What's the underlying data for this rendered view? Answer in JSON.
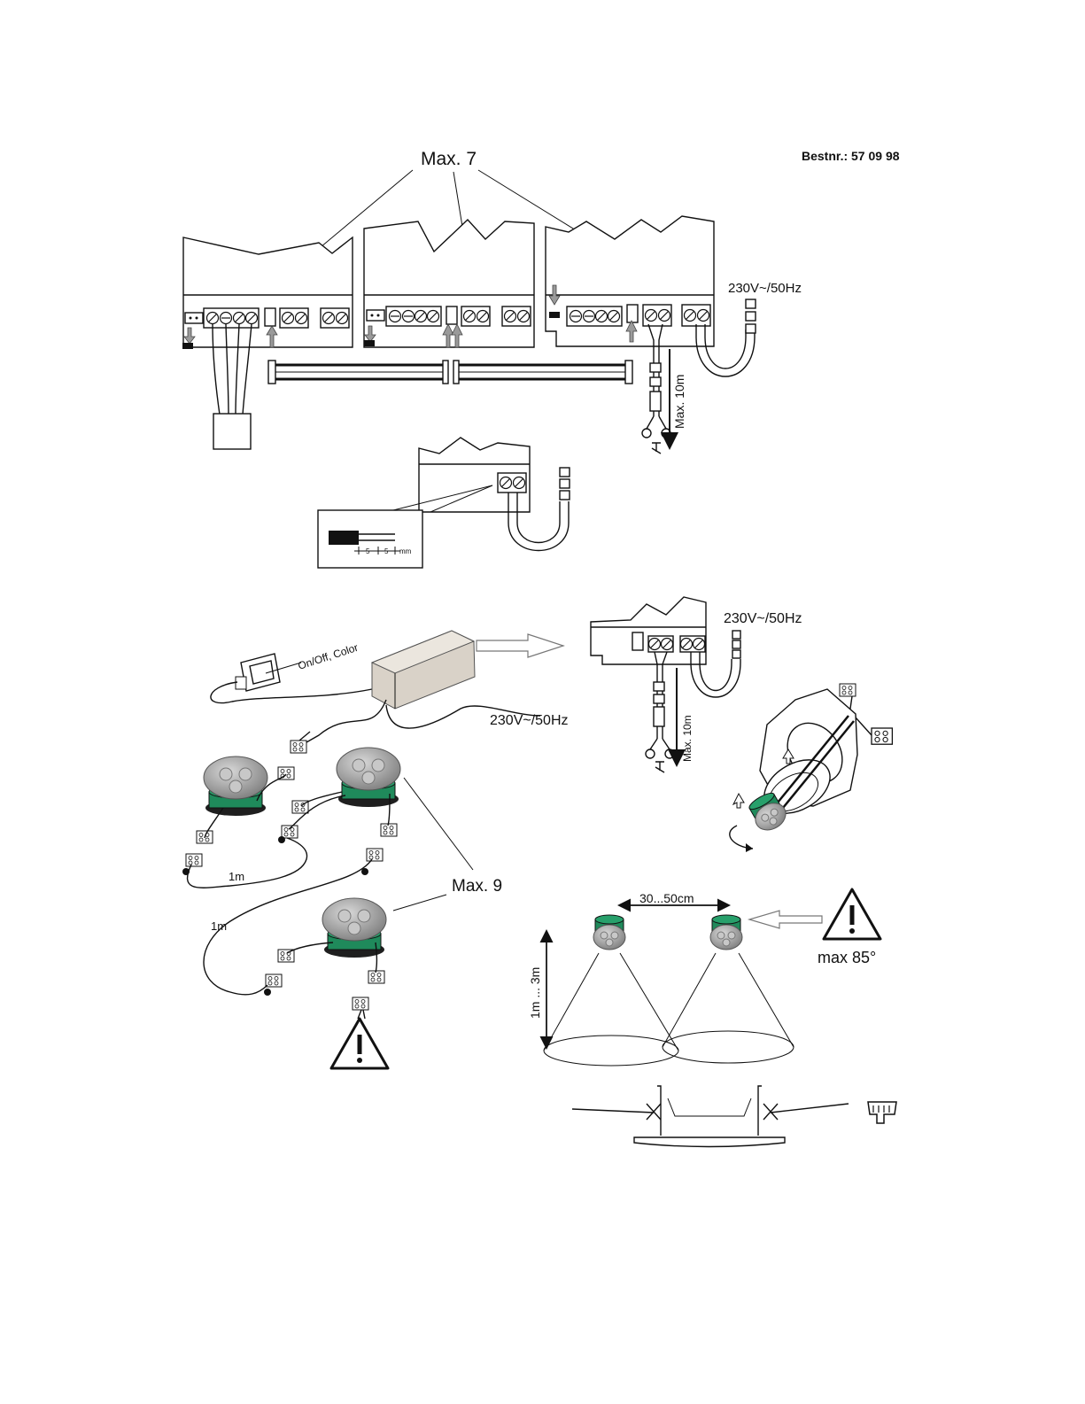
{
  "header": {
    "order_number": "Bestnr.: 57 09 98"
  },
  "top_section": {
    "max_units_label": "Max. 7",
    "supply_label": "230V~/50Hz",
    "cable_length_label": "Max. 10m"
  },
  "strip_detail": {
    "dim_1": "5",
    "dim_2": "5",
    "unit": "mm"
  },
  "system_section": {
    "controller_label": "On/Off, Color",
    "supply_label": "230V~/50Hz",
    "detail_supply_label": "230V~/50Hz",
    "detail_cable_length_label": "Max. 10m",
    "cable_1m_a": "1m",
    "cable_1m_b": "1m",
    "max_lights_label": "Max. 9"
  },
  "spacing_section": {
    "distance_label": "30...50cm",
    "height_label": "1m ... 3m",
    "temperature_label": "max 85°"
  },
  "colors": {
    "line": "#111111",
    "led_green": "#1f8a5b",
    "led_grey": "#9a9a9a",
    "arrow_grey": "#9a9a9a"
  }
}
